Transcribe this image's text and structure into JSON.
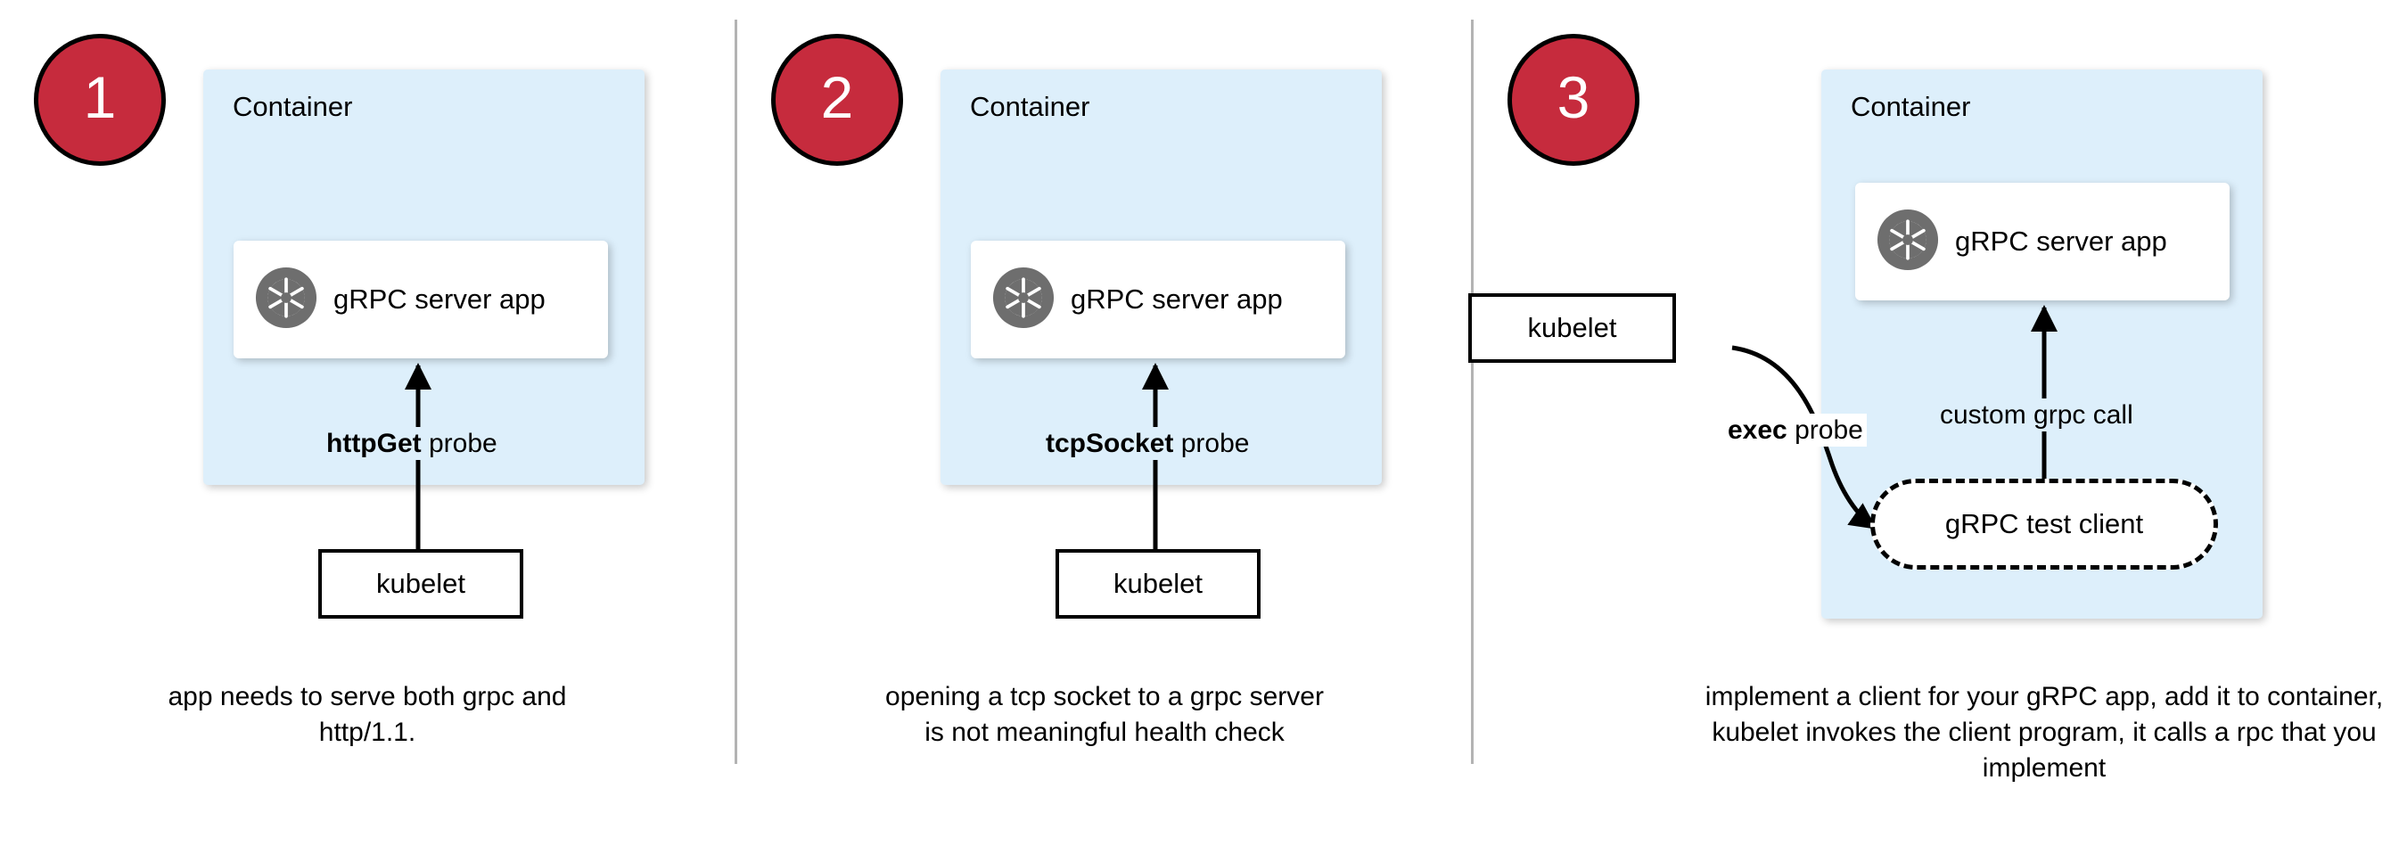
{
  "diagram": {
    "title": "gRPC health probe approaches",
    "colors": {
      "badge_fill": "#c62b3d",
      "badge_stroke": "#000000",
      "container_fill": "#ddeffb",
      "card_fill": "#ffffff",
      "stroke": "#000000",
      "divider": "#b3b3b3",
      "grpc_icon": "#6e6e6e"
    }
  },
  "panels": [
    {
      "badge": "1",
      "container_label": "Container",
      "app_label": "gRPC server app",
      "app_icon": "grpc-aperture-icon",
      "probe_label_bold": "httpGet",
      "probe_label_rest": " probe",
      "kubelet_label": "kubelet",
      "caption": "app needs to serve both grpc and http/1.1."
    },
    {
      "badge": "2",
      "container_label": "Container",
      "app_label": "gRPC server app",
      "app_icon": "grpc-aperture-icon",
      "probe_label_bold": "tcpSocket",
      "probe_label_rest": " probe",
      "kubelet_label": "kubelet",
      "caption": "opening a tcp socket to a grpc server is not meaningful health check"
    },
    {
      "badge": "3",
      "container_label": "Container",
      "app_label": "gRPC server app",
      "app_icon": "grpc-aperture-icon",
      "probe_label_bold": "exec",
      "probe_label_rest": " probe",
      "kubelet_label": "kubelet",
      "test_client_label": "gRPC test client",
      "call_label": "custom grpc call",
      "caption": "implement a client for your gRPC app, add it to container, kubelet invokes the client program, it calls a rpc that you implement"
    }
  ]
}
